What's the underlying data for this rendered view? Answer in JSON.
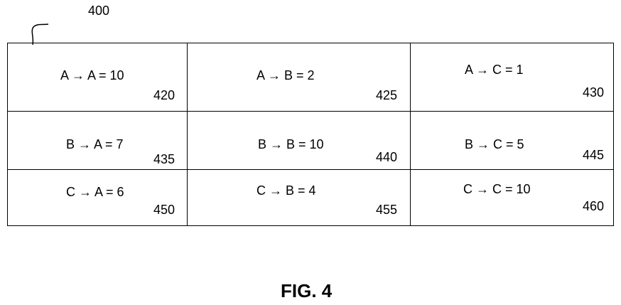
{
  "figure": {
    "ref": "400",
    "caption": "FIG. 4"
  },
  "matrix": {
    "cells": [
      {
        "text": "A → A = 10",
        "ref": "420"
      },
      {
        "text": "A → B = 2",
        "ref": "425"
      },
      {
        "text": "A → C = 1",
        "ref": "430"
      },
      {
        "text": "B → A = 7",
        "ref": "435"
      },
      {
        "text": "B → B = 10",
        "ref": "440"
      },
      {
        "text": "B → C = 5",
        "ref": "445"
      },
      {
        "text": "C → A = 6",
        "ref": "450"
      },
      {
        "text": "C → B = 4",
        "ref": "455"
      },
      {
        "text": "C → C = 10",
        "ref": "460"
      }
    ]
  }
}
